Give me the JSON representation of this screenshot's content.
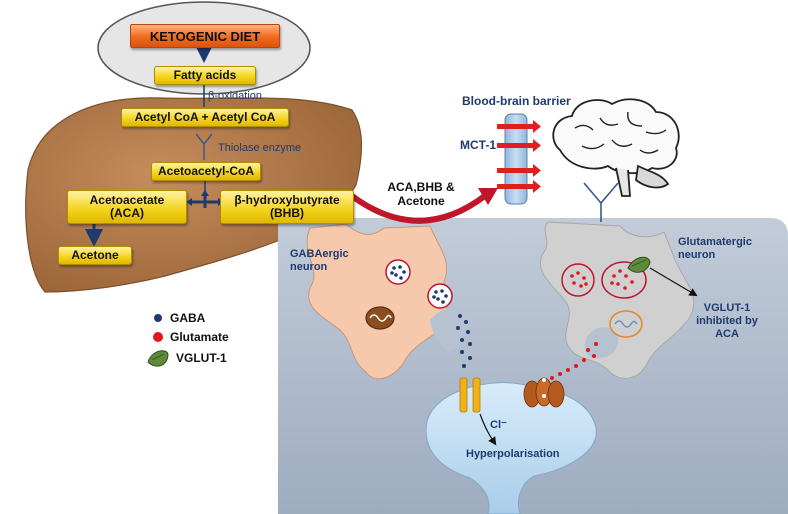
{
  "diet": {
    "title": "KETOGENIC DIET",
    "fatty_acids": "Fatty acids"
  },
  "liver": {
    "beta_oxidation": "β-oxidation",
    "acetyl": "Acetyl CoA + Acetyl CoA",
    "thiolase": "Thiolase enzyme",
    "acetoacetyl": "Acetoacetyl-CoA",
    "acetoacetate_line1": "Acetoacetate",
    "acetoacetate_line2": "(ACA)",
    "bhb_line1": "β-hydroxybutyrate",
    "bhb_line2": "(BHB)",
    "acetone": "Acetone"
  },
  "transport": {
    "ketones_line1": "ACA,BHB &",
    "ketones_line2": "Acetone",
    "bbb": "Blood-brain barrier",
    "mct": "MCT-1"
  },
  "neurons": {
    "gaba_line1": "GABAergic",
    "gaba_line2": "neuron",
    "glu_line1": "Glutamatergic",
    "glu_line2": "neuron",
    "vglut_note_line1": "VGLUT-1",
    "vglut_note_line2": "inhibited by",
    "vglut_note_line3": "ACA",
    "chloride": "Cl⁻",
    "hyperpolarisation": "Hyperpolarisation"
  },
  "legend": {
    "items": [
      {
        "label": "GABA",
        "color": "#1f3a6e",
        "icon": "gaba-dot"
      },
      {
        "label": "Glutamate",
        "color": "#e3161b",
        "icon": "glutamate-dot"
      },
      {
        "label": "VGLUT-1",
        "color": "#4f7a35",
        "icon": "vglut-leaf"
      }
    ]
  },
  "colors": {
    "liver": "#b0784a",
    "diet_box": "#f06a1e",
    "yellow_box": "#f3d21a",
    "panel": "#b6c2d2",
    "gaba_neuron": "#f6c9ad",
    "glu_neuron": "#d2d2d2",
    "postsynaptic": "#bfdcf3",
    "text_blue": "#1f3a6e",
    "arrow_red": "#c0152a"
  }
}
